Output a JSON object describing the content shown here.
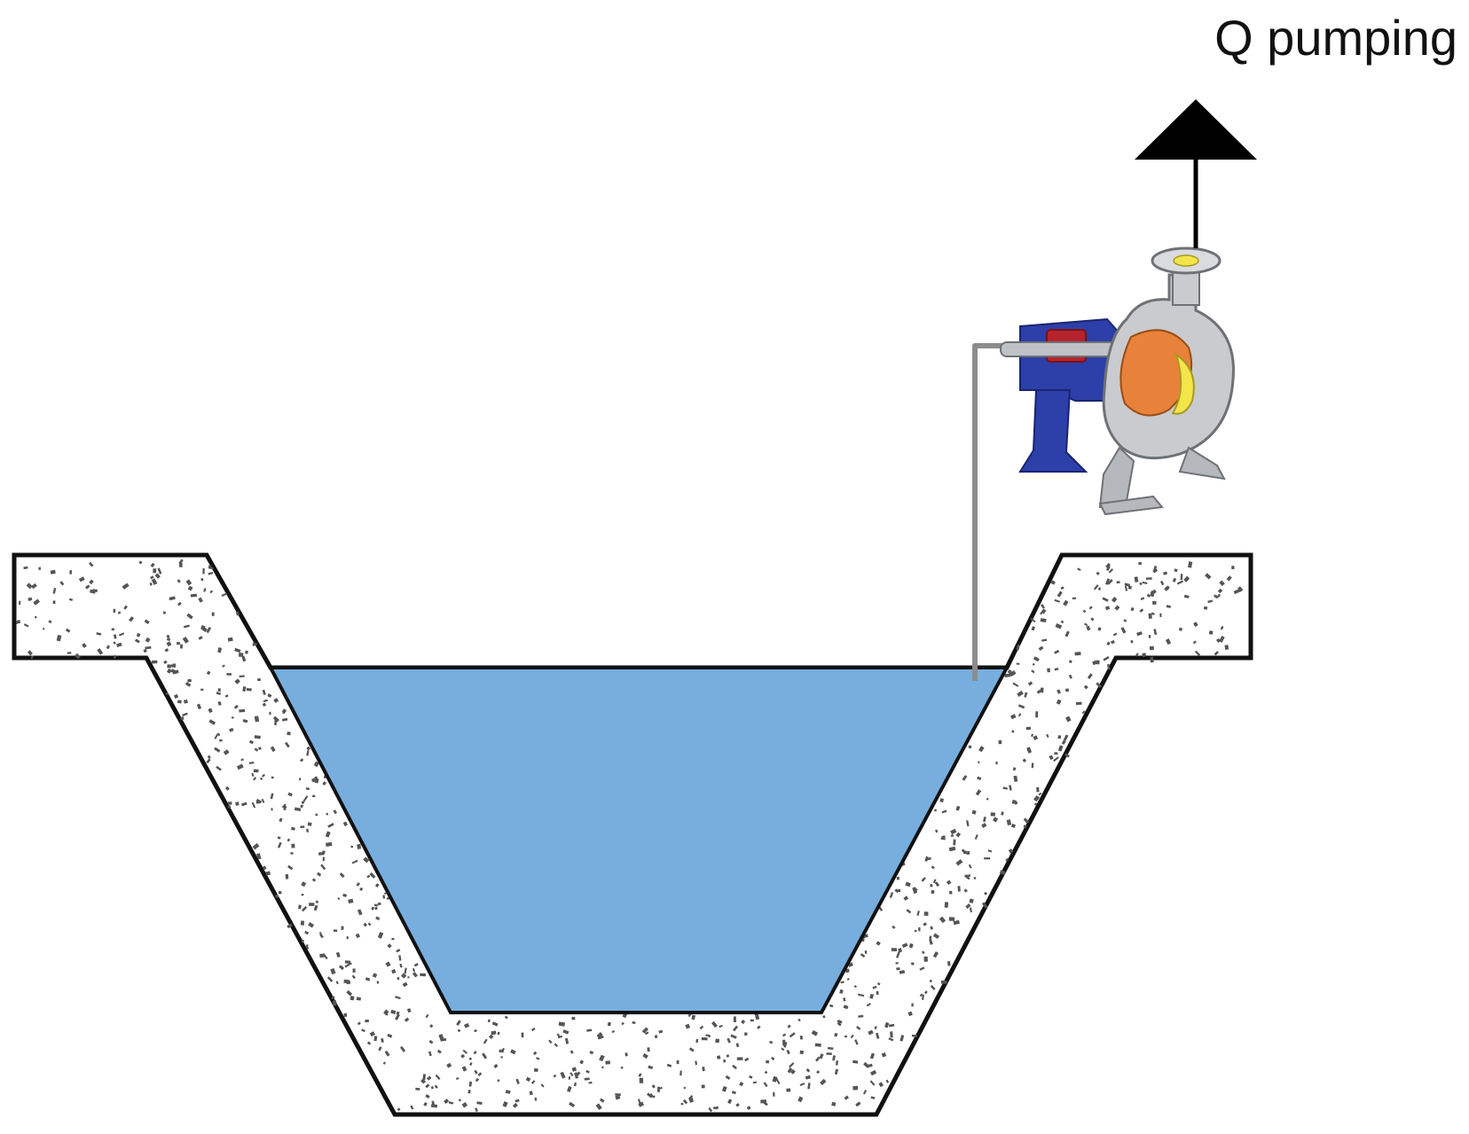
{
  "diagram": {
    "flow_label": "Q pumping",
    "colors": {
      "water": "#77AEDD",
      "concrete": "#FFFFFF",
      "outline": "#111111",
      "speckle": "#555555",
      "pipe": "#8C8C8C",
      "arrow": "#000000",
      "pump_blue": "#2D3FA8",
      "pump_red": "#B7232C",
      "pump_orange": "#E8823A",
      "pump_yellow": "#F3E44A",
      "pump_grey": "#C9CBCE"
    },
    "components": [
      "concrete-basin",
      "water-body",
      "suction-pipe",
      "centrifugal-pump",
      "discharge-arrow"
    ]
  }
}
